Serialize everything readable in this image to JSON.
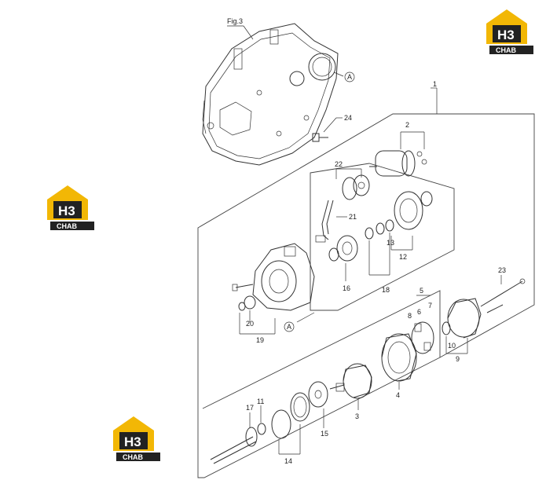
{
  "figure_label": "Fig.3",
  "ref_letter": "A",
  "watermark": {
    "top": "H3",
    "bottom": "CHAB",
    "colors": {
      "house": "#f2b705",
      "dark": "#222222"
    }
  },
  "callouts": {
    "c1": "1",
    "c2": "2",
    "c3": "3",
    "c4": "4",
    "c5": "5",
    "c6": "6",
    "c7": "7",
    "c8": "8",
    "c9": "9",
    "c10": "10",
    "c11": "11",
    "c12": "12",
    "c13": "13",
    "c14": "14",
    "c15": "15",
    "c16": "16",
    "c17": "17",
    "c18": "18",
    "c19": "19",
    "c20": "20",
    "c21": "21",
    "c22": "22",
    "c23": "23",
    "c24": "24"
  }
}
